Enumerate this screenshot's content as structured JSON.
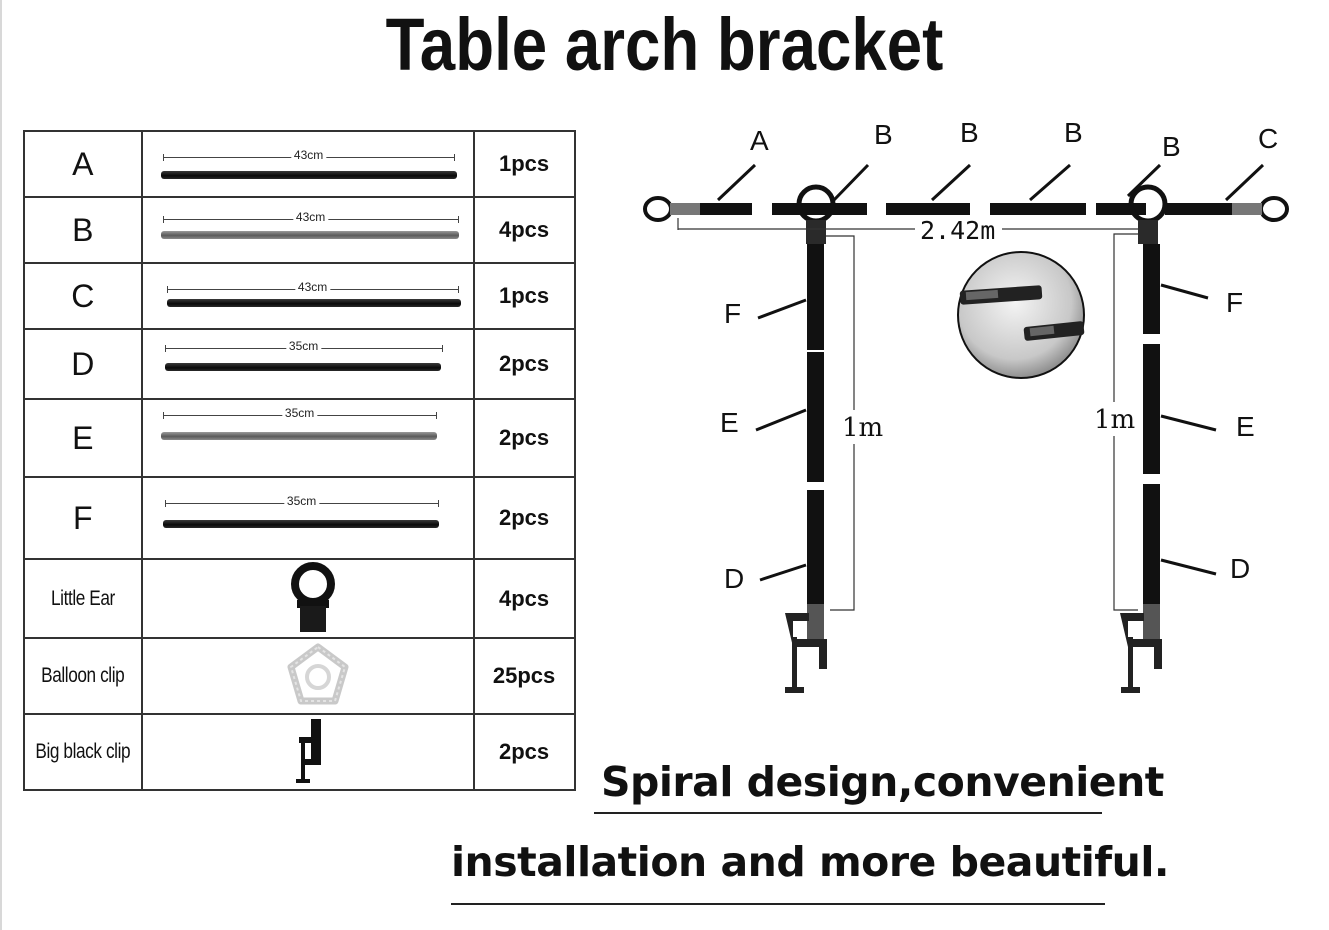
{
  "title": "Table arch bracket",
  "parts": [
    {
      "label": "A",
      "dim": "43cm",
      "qty": "1pcs"
    },
    {
      "label": "B",
      "dim": "43cm",
      "qty": "4pcs"
    },
    {
      "label": "C",
      "dim": "43cm",
      "qty": "1pcs"
    },
    {
      "label": "D",
      "dim": "35cm",
      "qty": "2pcs"
    },
    {
      "label": "E",
      "dim": "35cm",
      "qty": "2pcs"
    },
    {
      "label": "F",
      "dim": "35cm",
      "qty": "2pcs"
    },
    {
      "label": "Little Ear",
      "qty": "4pcs"
    },
    {
      "label": "Balloon clip",
      "qty": "25pcs"
    },
    {
      "label": "Big black clip",
      "qty": "2pcs"
    }
  ],
  "diagram": {
    "top_labels": [
      "A",
      "B",
      "B",
      "B",
      "B",
      "C"
    ],
    "width_label": "2.42m",
    "height_left": "1m",
    "height_right": "1m",
    "left_labels": [
      "F",
      "E",
      "D"
    ],
    "right_labels": [
      "F",
      "E",
      "D"
    ]
  },
  "tagline": {
    "line1": "Spiral design,convenient",
    "line2": "installation and more beautiful."
  },
  "colors": {
    "rod_dark": "#111111",
    "rod_grey": "#7a7a7a",
    "border": "#333333"
  }
}
